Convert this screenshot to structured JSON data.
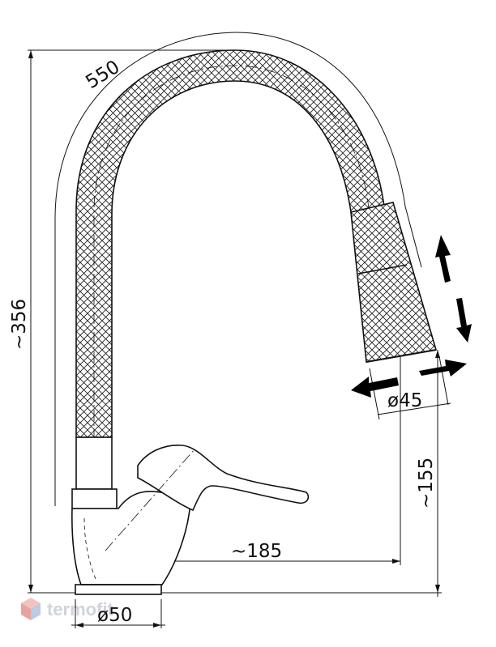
{
  "dimensions": {
    "arc_length": "550",
    "total_height": "~356",
    "reach": "~185",
    "spout_height": "~155",
    "head_diameter": "ø45",
    "base_diameter": "ø50"
  },
  "watermark": {
    "text": "termofit"
  },
  "colors": {
    "line": "#111111",
    "mesh": "#222222",
    "arrow": "#000000",
    "watermark": "#d0d4da"
  },
  "icons": {
    "vertical_movement": "double-arrow-vertical",
    "horizontal_movement": "double-arrow-horizontal",
    "watermark_logo": "cube-logo"
  }
}
